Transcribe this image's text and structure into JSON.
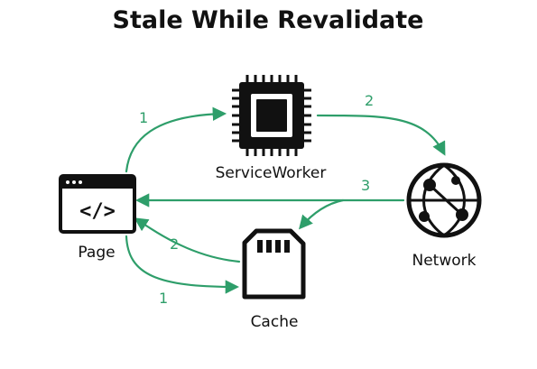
{
  "title": "Stale While Revalidate",
  "nodes": {
    "page": {
      "label": "Page",
      "glyph": "</>"
    },
    "service_worker": {
      "label": "ServiceWorker"
    },
    "network": {
      "label": "Network"
    },
    "cache": {
      "label": "Cache"
    }
  },
  "steps": {
    "page_to_sw": "1",
    "sw_to_network": "2",
    "network_to_page": "3",
    "cache_to_page": "2",
    "page_to_cache": "1"
  },
  "colors": {
    "arrow": "#2e9e6a",
    "icon": "#111111",
    "text": "#111111"
  }
}
